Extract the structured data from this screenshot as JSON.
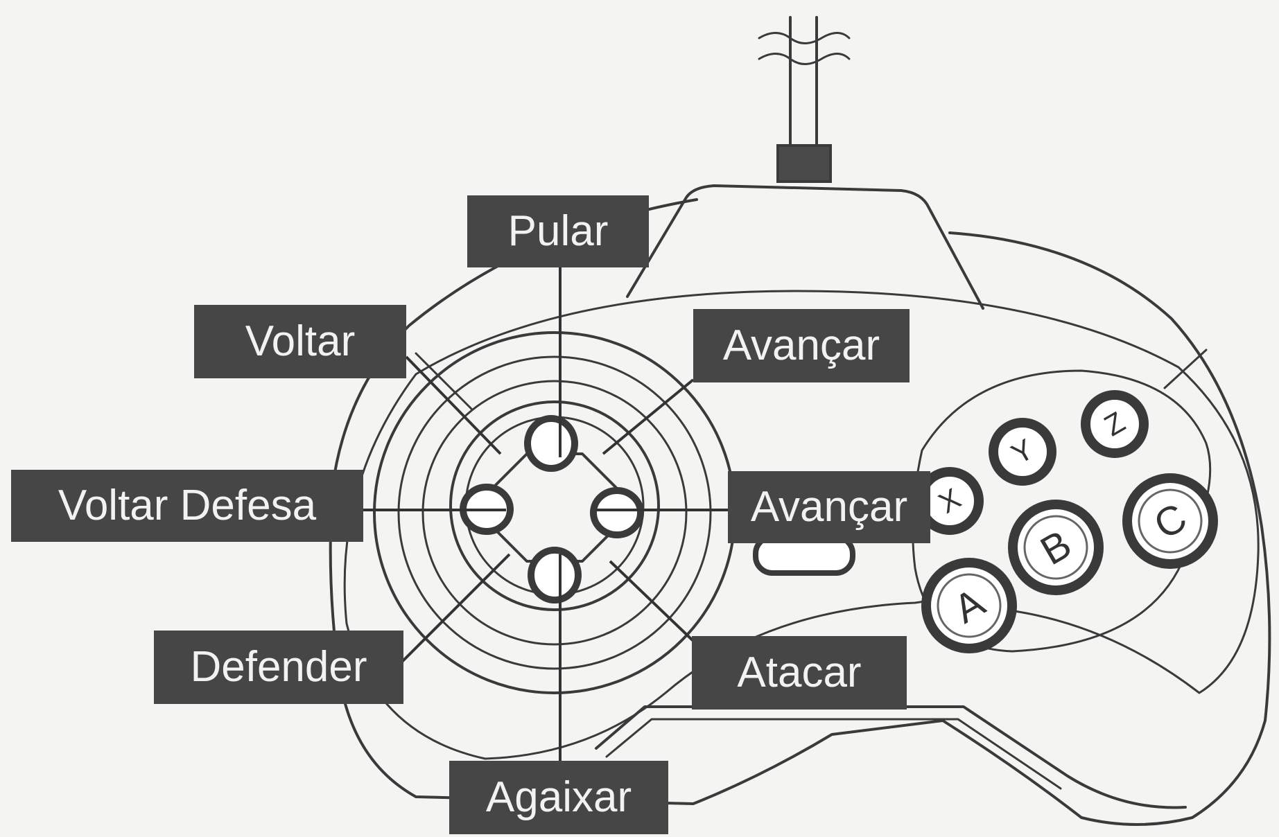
{
  "labels": {
    "pular": "Pular",
    "voltar": "Voltar",
    "avancar_diagonal": "Avançar",
    "voltar_defesa": "Voltar Defesa",
    "avancar": "Avançar",
    "defender": "Defender",
    "atacar": "Atacar",
    "agaixar": "Agaixar"
  },
  "buttons": {
    "x": "X",
    "y": "Y",
    "z": "Z",
    "a": "A",
    "b": "B",
    "c": "C"
  },
  "colors": {
    "label_background": "#464646",
    "label_text": "#f2f2f2",
    "line_art": "#3a3a3a",
    "paper": "#f4f4f2"
  }
}
